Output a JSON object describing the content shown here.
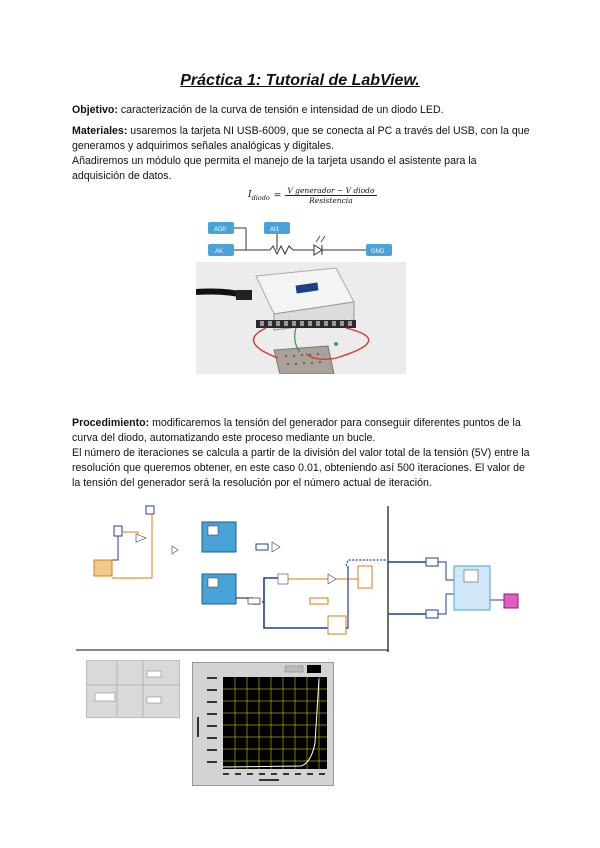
{
  "title": "Práctica 1: Tutorial de LabView.",
  "objective": {
    "label": "Objetivo:",
    "text": " caracterización de la curva de tensión e intensidad de un diodo LED."
  },
  "materials": {
    "label": "Materiales:",
    "text": " usaremos la tarjeta NI USB-6009, que se conecta al PC a través del USB, con la que generamos y adquirimos señales analógicas y digitales.",
    "text2": "Añadiremos un módulo que permita el manejo de la tarjeta usando el asistente para la adquisición de datos."
  },
  "formula": {
    "lhs": "I",
    "lhs_sub": "diodo",
    "numerator": "V generador − V diodo",
    "denominator": "Resistencia"
  },
  "circuit": {
    "ao0": "AO0",
    "ai1": "AI1",
    "ak": "AK",
    "gnd": "GND"
  },
  "procedure": {
    "label": "Procedimiento:",
    "text": " modificaremos la tensión del generador para conseguir diferentes puntos de la curva del diodo, automatizando este proceso mediante un bucle.",
    "text2": "El número de iteraciones se calcula a partir de la división del valor total de la tensión (5V) entre la resolución que queremos obtener, en este caso 0.01, obteniendo así 500 iteraciones. El valor de la tensión del generador será la resolución por el número actual de iteración."
  },
  "colors": {
    "wire_blue": "#1f3fa0",
    "wire_orange": "#e07a10",
    "express_blue": "#4aa3d8",
    "graph_bg": "#000000",
    "graph_grid": "#f5e400",
    "led_wire": "#d8382f",
    "panel_gray": "#d4d4d4"
  }
}
